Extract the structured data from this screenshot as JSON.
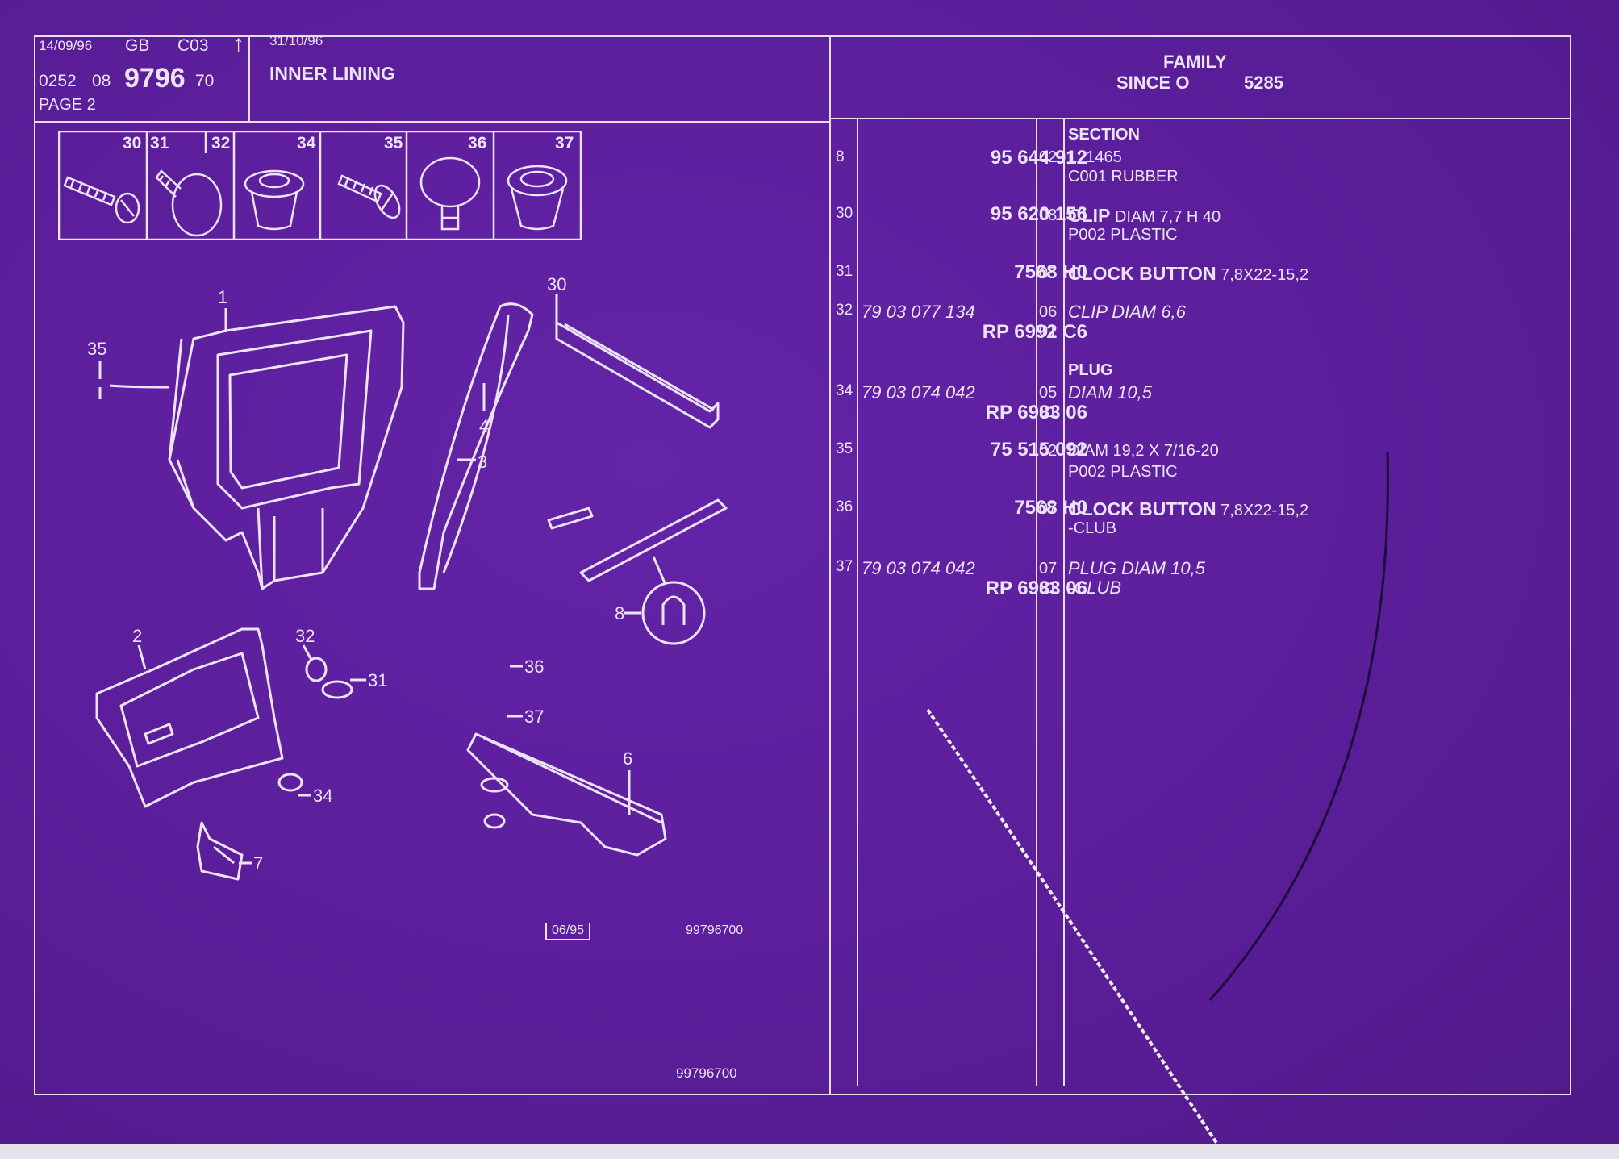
{
  "header": {
    "date1": "14/09/96",
    "lang": "GB",
    "code": "C03",
    "arrow": "↑",
    "date2": "31/10/96",
    "ref_a": "0252",
    "ref_b": "08",
    "ref_main": "9796",
    "ref_c": "70",
    "page": "PAGE 2",
    "title": "INNER LINING",
    "family": "FAMILY",
    "since": "SINCE O",
    "since_num": "5285"
  },
  "icons": [
    {
      "num": "30",
      "name": "screw-icon"
    },
    {
      "num": "31",
      "name": "clip-icon"
    },
    {
      "num": "32",
      "name": "button-icon"
    },
    {
      "num": "34",
      "name": "plug-icon"
    },
    {
      "num": "35",
      "name": "screw-icon"
    },
    {
      "num": "36",
      "name": "button-icon"
    },
    {
      "num": "37",
      "name": "plug-icon"
    }
  ],
  "callouts": {
    "c1": "1",
    "c2": "2",
    "c3": "3",
    "c4": "4",
    "c6": "6",
    "c7": "7",
    "c8": "8",
    "c30": "30",
    "c31": "31",
    "c32": "32",
    "c34": "34",
    "c35": "35",
    "c36": "36",
    "c37": "37"
  },
  "stamp": "06/95",
  "drawing_ref": "99796700",
  "footer_ref": "99796700",
  "parts": [
    {
      "num": "8",
      "alt": "",
      "ref": "95 644 912",
      "qty": "02",
      "qty2": "",
      "title": "SECTION",
      "desc": "L: 1465",
      "desc2": "C001 RUBBER",
      "ref2": ""
    },
    {
      "num": "30",
      "alt": "",
      "ref": "95 620 156",
      "qty": "08",
      "qty2": "",
      "title": "CLIP",
      "desc": "DIAM 7,7 H 40",
      "desc2": "P002 PLASTIC",
      "ref2": ""
    },
    {
      "num": "31",
      "alt": "",
      "ref": "7568 H0",
      "qty": "05",
      "qty2": "",
      "title": "CLOCK BUTTON",
      "desc": "7,8X22-15,2",
      "desc2": "",
      "ref2": ""
    },
    {
      "num": "32",
      "alt": "79 03 077 134",
      "ref": "",
      "qty": "06",
      "qty2": "01",
      "title": "",
      "desc": "CLIP DIAM 6,6",
      "desc2": "",
      "ref2": "RP 6992 C6"
    },
    {
      "num": "34",
      "alt": "79 03 074 042",
      "ref": "",
      "qty": "05",
      "qty2": "01",
      "title": "PLUG",
      "desc": "DIAM 10,5",
      "desc2": "",
      "ref2": "RP 6983 06"
    },
    {
      "num": "35",
      "alt": "",
      "ref": "75 515 092",
      "qty": "02",
      "qty2": "",
      "title": "",
      "desc": "DIAM 19,2 X 7/16-20",
      "desc2": "P002 PLASTIC",
      "ref2": ""
    },
    {
      "num": "36",
      "alt": "",
      "ref": "7568 H0",
      "qty": "07",
      "qty2": "",
      "title": "CLOCK BUTTON",
      "desc": "7,8X22-15,2",
      "desc2": "-CLUB",
      "ref2": ""
    },
    {
      "num": "37",
      "alt": "79 03 074 042",
      "ref": "",
      "qty": "07",
      "qty2": "01",
      "title": "",
      "desc": "PLUG DIAM 10,5",
      "desc2": "-CLUB",
      "ref2": "RP 6983 06"
    }
  ]
}
